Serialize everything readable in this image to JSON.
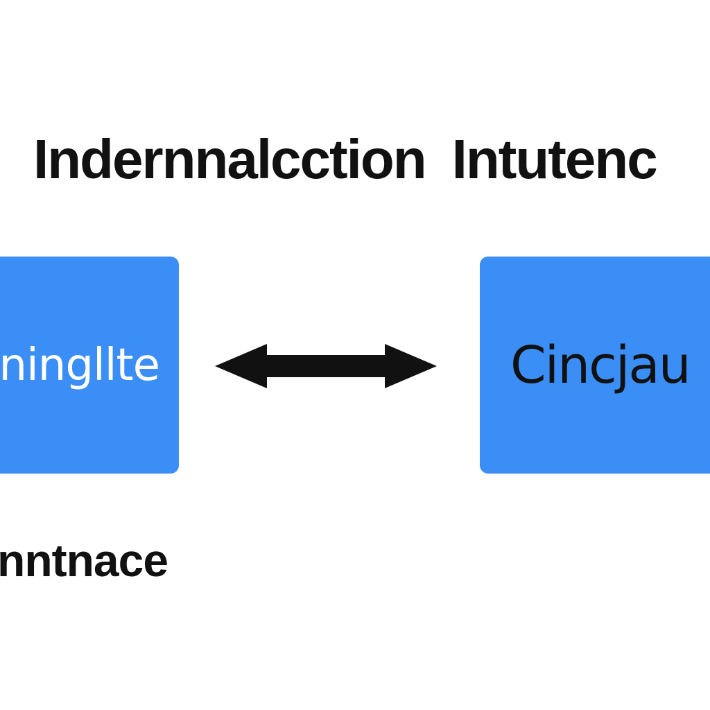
{
  "title": {
    "words": [
      "Indernnalcction",
      "Intutenc"
    ]
  },
  "nodes": {
    "left": {
      "label": "ningllte"
    },
    "right": {
      "label": "Cincjau"
    }
  },
  "connector": {
    "type": "bidirectional-arrow"
  },
  "caption": "nntnace",
  "colors": {
    "box_fill": "#3b8ef5",
    "text_dark": "#111111",
    "text_light": "#ffffff",
    "background": "#ffffff"
  }
}
